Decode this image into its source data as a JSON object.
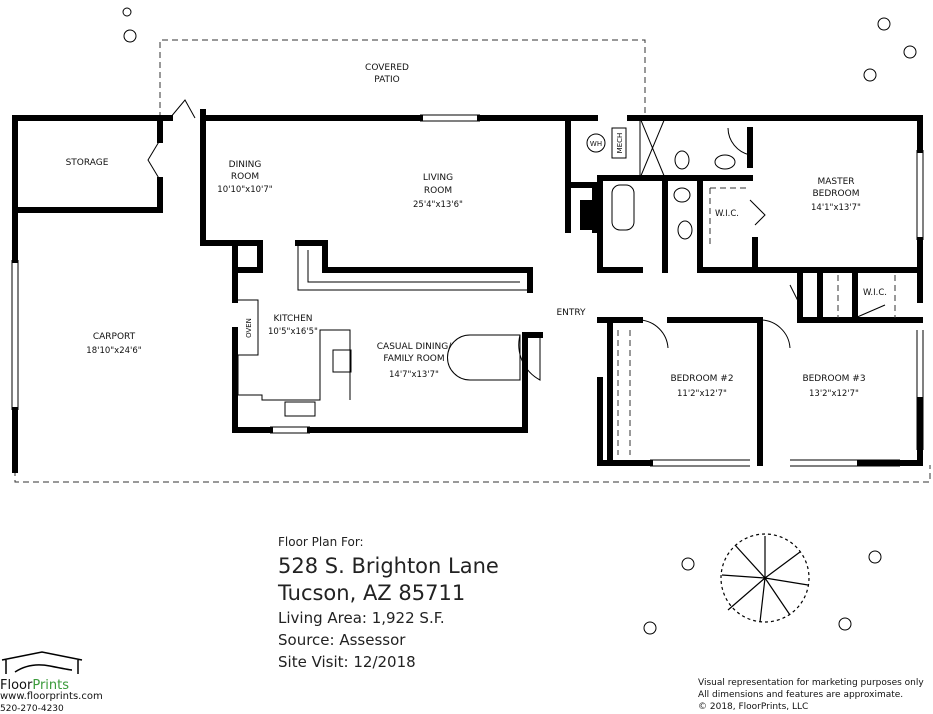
{
  "rooms": {
    "patio": {
      "l1": "COVERED",
      "l2": "PATIO"
    },
    "storage": {
      "name": "STORAGE"
    },
    "dining": {
      "l1": "DINING",
      "l2": "ROOM",
      "dim": "10'10\"x10'7\""
    },
    "living": {
      "l1": "LIVING",
      "l2": "ROOM",
      "dim": "25'4\"x13'6\""
    },
    "master": {
      "l1": "MASTER",
      "l2": "BEDROOM",
      "dim": "14'1\"x13'7\""
    },
    "wic1": {
      "name": "W.I.C."
    },
    "wic2": {
      "name": "W.I.C."
    },
    "wh": {
      "name": "WH"
    },
    "mech": {
      "name": "MECH"
    },
    "carport": {
      "name": "CARPORT",
      "dim": "18'10\"x24'6\""
    },
    "kitchen": {
      "name": "KITCHEN",
      "dim": "10'5\"x16'5\""
    },
    "oven": {
      "name": "OVEN"
    },
    "family": {
      "l1": "CASUAL DINING/",
      "l2": "FAMILY ROOM",
      "dim": "14'7\"x13'7\""
    },
    "entry": {
      "name": "ENTRY"
    },
    "bed2": {
      "name": "BEDROOM #2",
      "dim": "11'2\"x12'7\""
    },
    "bed3": {
      "name": "BEDROOM #3",
      "dim": "13'2\"x12'7\""
    }
  },
  "info": {
    "heading": "Floor Plan For:",
    "address": "528 S. Brighton Lane",
    "city": "Tucson, AZ  85711",
    "living_area": "Living Area:  1,922 S.F.",
    "source": "Source:  Assessor",
    "site_visit": "Site Visit:  12/2018"
  },
  "company": {
    "logo_text_1": "Floor",
    "logo_text_2": "Prints",
    "website": "www.floorprints.com",
    "phone": "520-270-4230"
  },
  "disclaimer": {
    "line1": "Visual representation for marketing purposes only",
    "line2": "All dimensions and features are approximate.",
    "line3": "© 2018, FloorPrints, LLC"
  }
}
